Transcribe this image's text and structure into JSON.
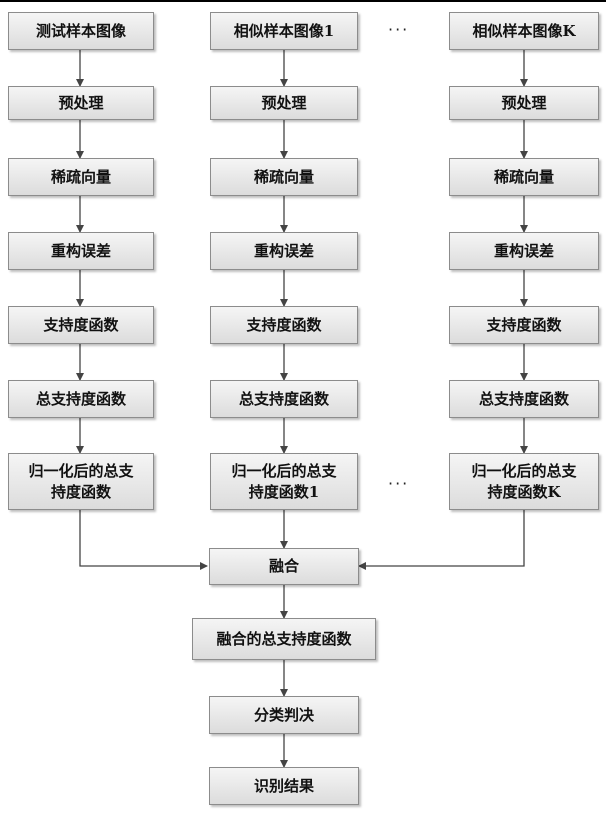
{
  "columns": {
    "test": [
      "测试样本图像",
      "预处理",
      "稀疏向量",
      "重构误差",
      "支持度函数",
      "总支持度函数",
      "归一化后的总支\n持度函数"
    ],
    "similar1": [
      "相似样本图像1",
      "预处理",
      "稀疏向量",
      "重构误差",
      "支持度函数",
      "总支持度函数",
      "归一化后的总支\n持度函数1"
    ],
    "similarK": [
      "相似样本图像K",
      "预处理",
      "稀疏向量",
      "重构误差",
      "支持度函数",
      "总支持度函数",
      "归一化后的总支\n持度函数K"
    ]
  },
  "bottom": [
    "融合",
    "融合的总支持度函数",
    "分类判决",
    "识别结果"
  ],
  "ellipsis": "···"
}
